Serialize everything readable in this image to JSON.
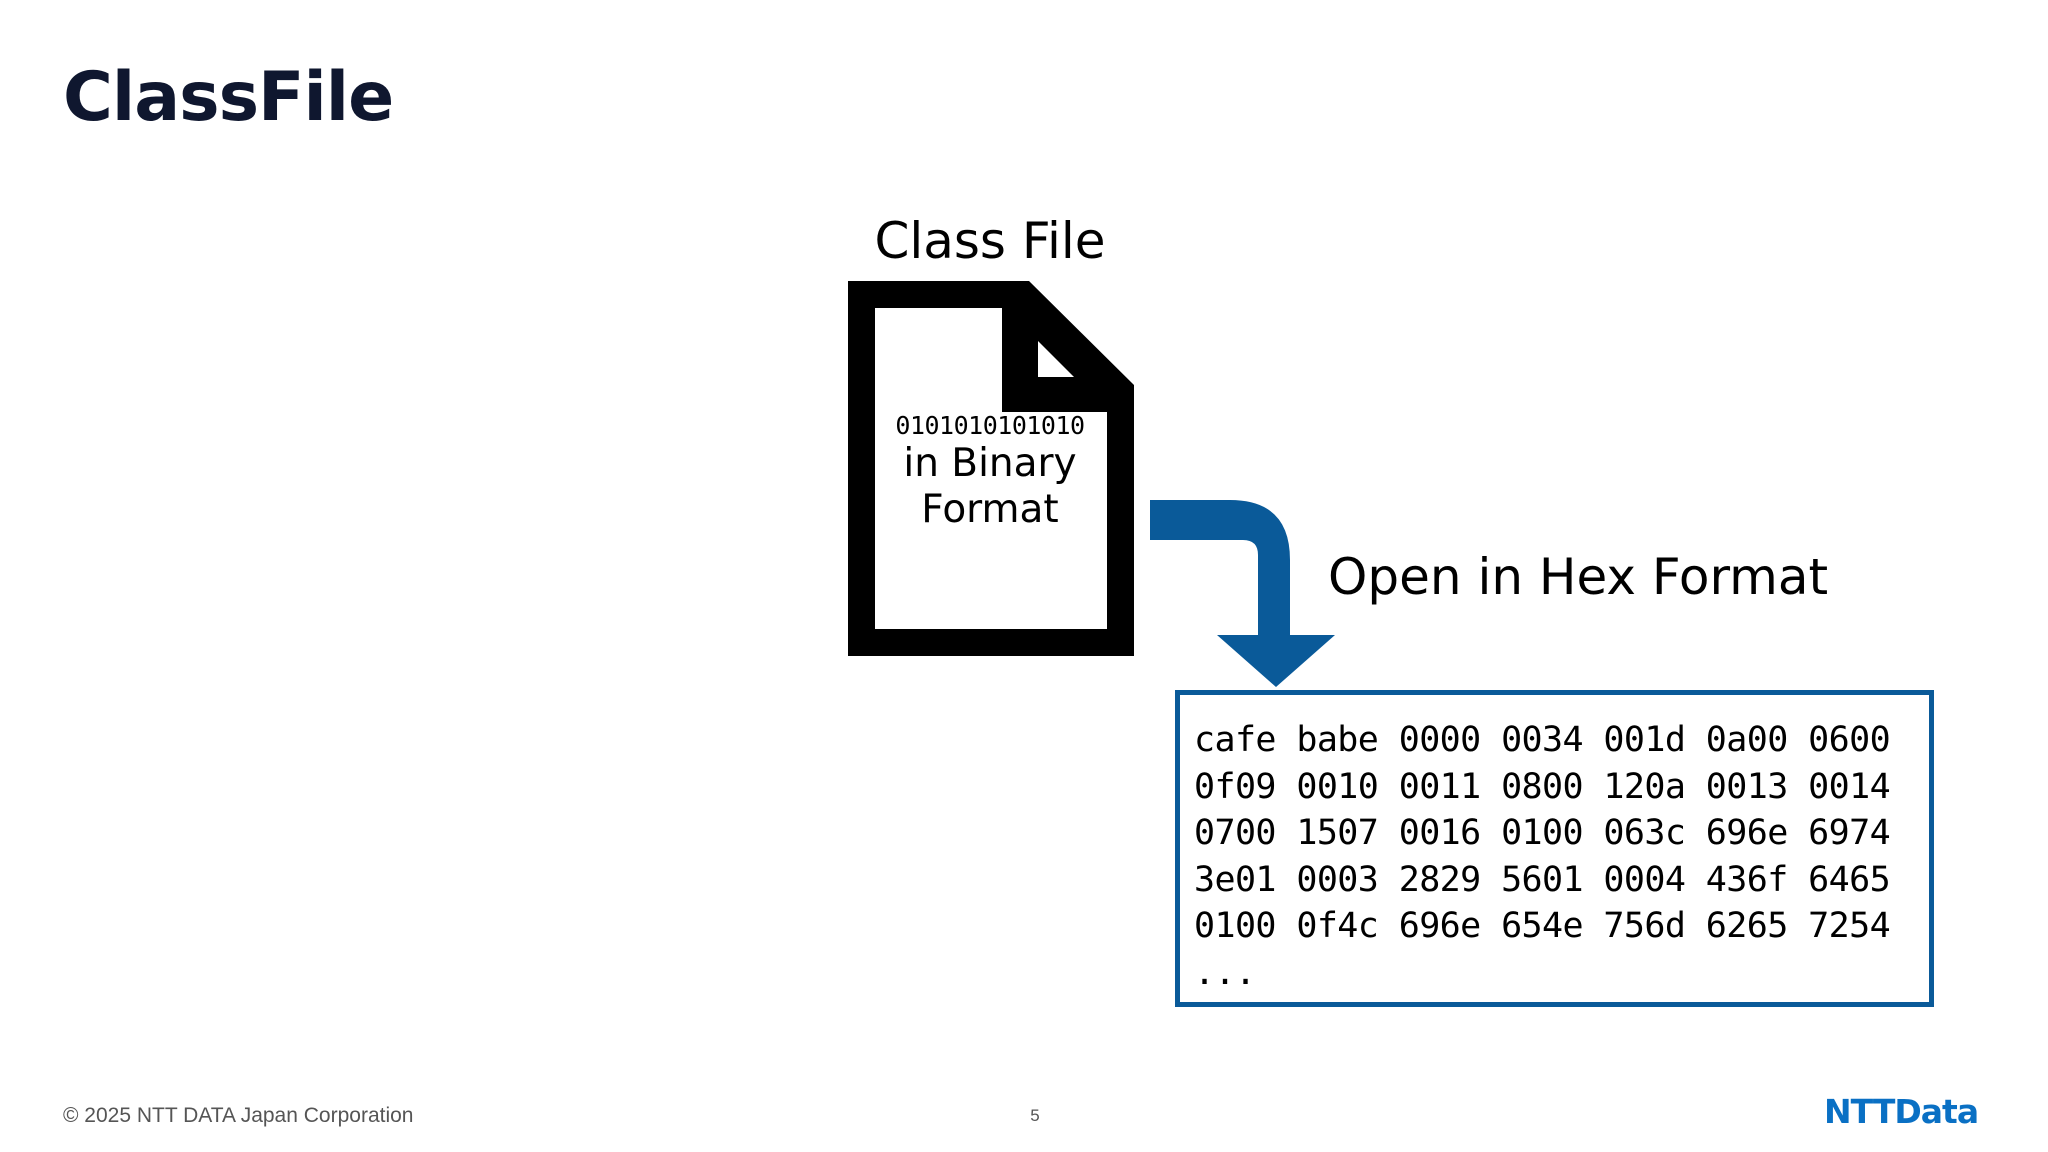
{
  "slide": {
    "title": "ClassFile"
  },
  "diagram": {
    "file_heading": "Class File",
    "file_binary": "0101010101010",
    "file_caption_line1": "in Binary",
    "file_caption_line2": "Format",
    "arrow_label": "Open in Hex Format",
    "hex_lines": [
      "cafe babe 0000 0034 001d 0a00 0600",
      "0f09 0010 0011 0800 120a 0013 0014",
      "0700 1507 0016 0100 063c 696e 6974",
      "3e01 0003 2829 5601 0004 436f 6465",
      "0100 0f4c 696e 654e 756d 6265 7254",
      "..."
    ]
  },
  "footer": {
    "copyright": "© 2025 NTT DATA Japan Corporation",
    "page_number": "5",
    "logo_text": "NTTData"
  },
  "colors": {
    "title": "#0f172f",
    "accent_blue": "#0a5a99",
    "logo_blue": "#0a70c4",
    "icon_black": "#000000"
  },
  "icons": {
    "file": "file-icon",
    "arrow": "curved-arrow-down-icon"
  }
}
